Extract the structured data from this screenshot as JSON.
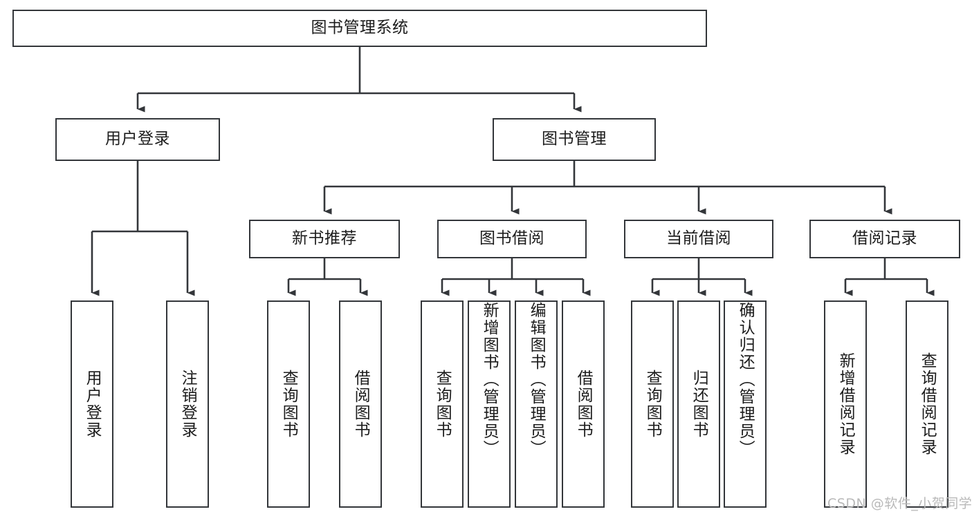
{
  "diagram": {
    "type": "tree-hierarchy-chart",
    "title": "图书管理系统",
    "watermark": "CSDN @软件_小贺同学",
    "colors": {
      "stroke": "#33363a",
      "box_fill": "#ffffff",
      "text": "#1c1c1c",
      "background": "#ffffff",
      "watermark": "#b9b9b9"
    },
    "levels": {
      "root": {
        "label": "图书管理系统"
      },
      "level2": [
        {
          "id": "user-login",
          "label": "用户登录"
        },
        {
          "id": "book-management",
          "label": "图书管理"
        }
      ],
      "level3": [
        {
          "id": "new-book-recommend",
          "label": "新书推荐",
          "parent": "book-management"
        },
        {
          "id": "book-borrow",
          "label": "图书借阅",
          "parent": "book-management"
        },
        {
          "id": "current-borrow",
          "label": "当前借阅",
          "parent": "book-management"
        },
        {
          "id": "borrow-record",
          "label": "借阅记录",
          "parent": "book-management"
        }
      ],
      "leaves": [
        {
          "id": "leaf-user-login",
          "label": "用户登录",
          "parent": "user-login"
        },
        {
          "id": "leaf-logout-login",
          "label": "注销登录",
          "parent": "user-login"
        },
        {
          "id": "leaf-query-book-1",
          "label": "查询图书",
          "parent": "new-book-recommend"
        },
        {
          "id": "leaf-borrow-book-1",
          "label": "借阅图书",
          "parent": "new-book-recommend"
        },
        {
          "id": "leaf-query-book-2",
          "label": "查询图书",
          "parent": "book-borrow"
        },
        {
          "id": "leaf-add-book",
          "label": "新增图书（管理员）",
          "parent": "book-borrow"
        },
        {
          "id": "leaf-edit-book",
          "label": "编辑图书（管理员）",
          "parent": "book-borrow"
        },
        {
          "id": "leaf-borrow-book-2",
          "label": "借阅图书",
          "parent": "book-borrow"
        },
        {
          "id": "leaf-query-book-3",
          "label": "查询图书",
          "parent": "current-borrow"
        },
        {
          "id": "leaf-return-book",
          "label": "归还图书",
          "parent": "current-borrow"
        },
        {
          "id": "leaf-confirm-return",
          "label": "确认归还（管理员）",
          "parent": "current-borrow"
        },
        {
          "id": "leaf-add-record",
          "label": "新增借阅记录",
          "parent": "borrow-record"
        },
        {
          "id": "leaf-query-record",
          "label": "查询借阅记录",
          "parent": "borrow-record"
        }
      ]
    }
  }
}
